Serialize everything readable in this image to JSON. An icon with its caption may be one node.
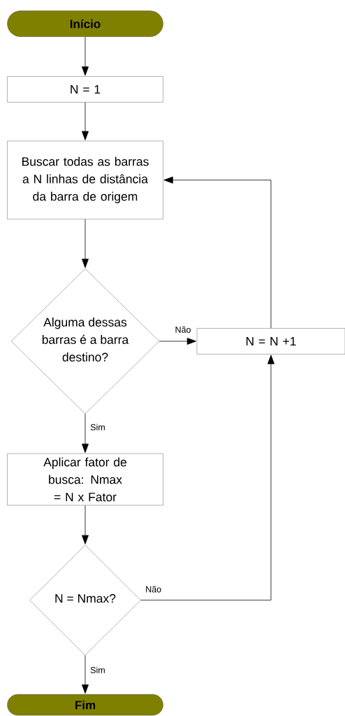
{
  "diagram": {
    "nodes": [
      {
        "text": [
          "Início"
        ]
      },
      {
        "text": [
          "N = 1"
        ]
      },
      {
        "text": [
          "Buscar todas as barras a N linhas de distância da barra de origem"
        ]
      },
      {
        "text": [
          "Alguma dessas barras é a barra destino?"
        ]
      },
      {
        "text": [
          "N = N +1"
        ]
      },
      {
        "text": [
          "Aplicar fator de busca: Nmax = N x Fator"
        ]
      },
      {
        "text": [
          "N = Nmax?"
        ]
      },
      {
        "text": [
          "Fim"
        ]
      }
    ],
    "edges": [
      {
        "from": 0,
        "to": 1,
        "arrow": "to"
      },
      {
        "from": 1,
        "to": 2,
        "arrow": "to"
      },
      {
        "from": 2,
        "to": 3,
        "arrow": "to"
      },
      {
        "from": 3,
        "to": 4,
        "arrow": "to",
        "label": "Não"
      },
      {
        "from": 3,
        "to": 5,
        "arrow": "to",
        "label": "Sim"
      },
      {
        "from": 5,
        "to": 6,
        "arrow": "to"
      },
      {
        "from": 6,
        "to": 7,
        "arrow": "to",
        "label": "Sim"
      },
      {
        "from": 6,
        "to": 4,
        "arrow": "to",
        "label": "Não"
      },
      {
        "from": 4,
        "to": 2,
        "arrow": "to"
      }
    ]
  }
}
